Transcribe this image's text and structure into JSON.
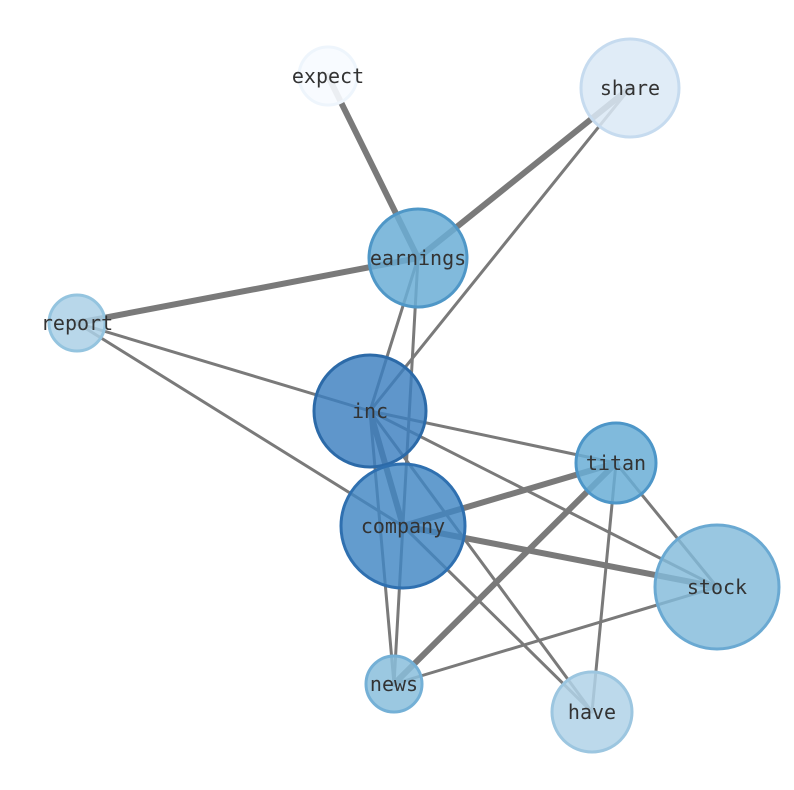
{
  "graph": {
    "nodes": [
      {
        "id": "expect",
        "label": "expect",
        "fill": "#f7fbff",
        "stroke": "#eef5fc",
        "opacity": 0.9
      },
      {
        "id": "share",
        "label": "share",
        "fill": "#dbe9f6",
        "stroke": "#c6dbef",
        "opacity": 0.85
      },
      {
        "id": "earnings",
        "label": "earnings",
        "fill": "#6baed6",
        "stroke": "#4f97c7",
        "opacity": 0.85
      },
      {
        "id": "report",
        "label": "report",
        "fill": "#abd0e6",
        "stroke": "#94c4df",
        "opacity": 0.85
      },
      {
        "id": "inc",
        "label": "inc",
        "fill": "#3c7fc0",
        "stroke": "#2c6aa8",
        "opacity": 0.82
      },
      {
        "id": "titan",
        "label": "titan",
        "fill": "#6aaed6",
        "stroke": "#4d96c8",
        "opacity": 0.85
      },
      {
        "id": "company",
        "label": "company",
        "fill": "#4186c3",
        "stroke": "#2f70b0",
        "opacity": 0.82
      },
      {
        "id": "stock",
        "label": "stock",
        "fill": "#82bbdb",
        "stroke": "#6aa9d2",
        "opacity": 0.82
      },
      {
        "id": "news",
        "label": "news",
        "fill": "#89bedc",
        "stroke": "#74b0d6",
        "opacity": 0.85
      },
      {
        "id": "have",
        "label": "have",
        "fill": "#b0d2e7",
        "stroke": "#9cc6e0",
        "opacity": 0.85
      }
    ],
    "edges": [
      {
        "source": "expect",
        "target": "earnings",
        "weight": "heavy"
      },
      {
        "source": "share",
        "target": "earnings",
        "weight": "heavy"
      },
      {
        "source": "share",
        "target": "inc",
        "weight": "light"
      },
      {
        "source": "earnings",
        "target": "report",
        "weight": "heavy"
      },
      {
        "source": "earnings",
        "target": "inc",
        "weight": "light"
      },
      {
        "source": "earnings",
        "target": "news",
        "weight": "light"
      },
      {
        "source": "report",
        "target": "inc",
        "weight": "light"
      },
      {
        "source": "report",
        "target": "company",
        "weight": "light"
      },
      {
        "source": "inc",
        "target": "company",
        "weight": "heavy"
      },
      {
        "source": "inc",
        "target": "titan",
        "weight": "light"
      },
      {
        "source": "inc",
        "target": "stock",
        "weight": "light"
      },
      {
        "source": "inc",
        "target": "news",
        "weight": "light"
      },
      {
        "source": "inc",
        "target": "have",
        "weight": "light"
      },
      {
        "source": "company",
        "target": "titan",
        "weight": "heavy"
      },
      {
        "source": "company",
        "target": "stock",
        "weight": "heavy"
      },
      {
        "source": "company",
        "target": "have",
        "weight": "light"
      },
      {
        "source": "titan",
        "target": "news",
        "weight": "heavy"
      },
      {
        "source": "titan",
        "target": "stock",
        "weight": "light"
      },
      {
        "source": "titan",
        "target": "have",
        "weight": "light"
      },
      {
        "source": "stock",
        "target": "news",
        "weight": "light"
      }
    ]
  }
}
